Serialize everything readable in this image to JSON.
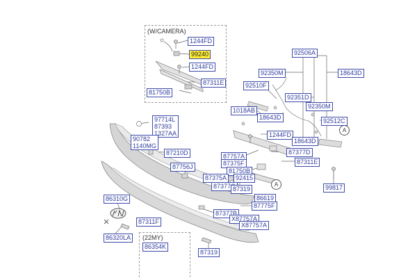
{
  "notes": {
    "camera": "(W/CAMERA)",
    "my22": "(22MY)"
  },
  "callout": "A",
  "parts": {
    "p1244FD_a": "1244FD",
    "p99240": "99240",
    "p1244FD_b": "1244FD",
    "p87311E_a": "87311E",
    "p81750B_a": "81750B",
    "p92506A": "92506A",
    "p92350M_a": "92350M",
    "p18643D_a": "18643D",
    "p92510F": "92510F",
    "p92351D": "92351D",
    "p92350M_b": "92350M",
    "p1018AB": "1018AB",
    "p18643D_b": "18643D",
    "p92512C": "92512C",
    "p1244FD_c": "1244FD",
    "p18643D_c": "18643D",
    "stack_97714L": [
      "97714L",
      "87393",
      "1327AA"
    ],
    "stack_90782": [
      "90782",
      "1140MG"
    ],
    "p87210D": "87210D",
    "p87757A": "87757A",
    "p87375F": "87375F",
    "p87377D": "87377D",
    "p87311E_b": "87311E",
    "p87756J": "87756J",
    "p81750B_b": "81750B",
    "p87375A": "87375A",
    "p92415": "92415",
    "p87377C": "87377C",
    "p87319_a": "87319",
    "p99817": "99817",
    "p86619": "86619",
    "p87775F": "87775F",
    "p86310G": "86310G",
    "p87377B": "87377B",
    "pX87757A_a": "X87757A",
    "pX87757A_b": "X87757A",
    "p87311F": "87311F",
    "p86320LA": "86320LA",
    "p86354K": "86354K",
    "p87319_b": "87319"
  },
  "colors": {
    "label_border": "#3b4aa8",
    "label_text": "#2f3d9e",
    "highlight": "#ffec33",
    "line": "#555555"
  },
  "icons": {
    "logo": "kia-emblem-icon"
  }
}
